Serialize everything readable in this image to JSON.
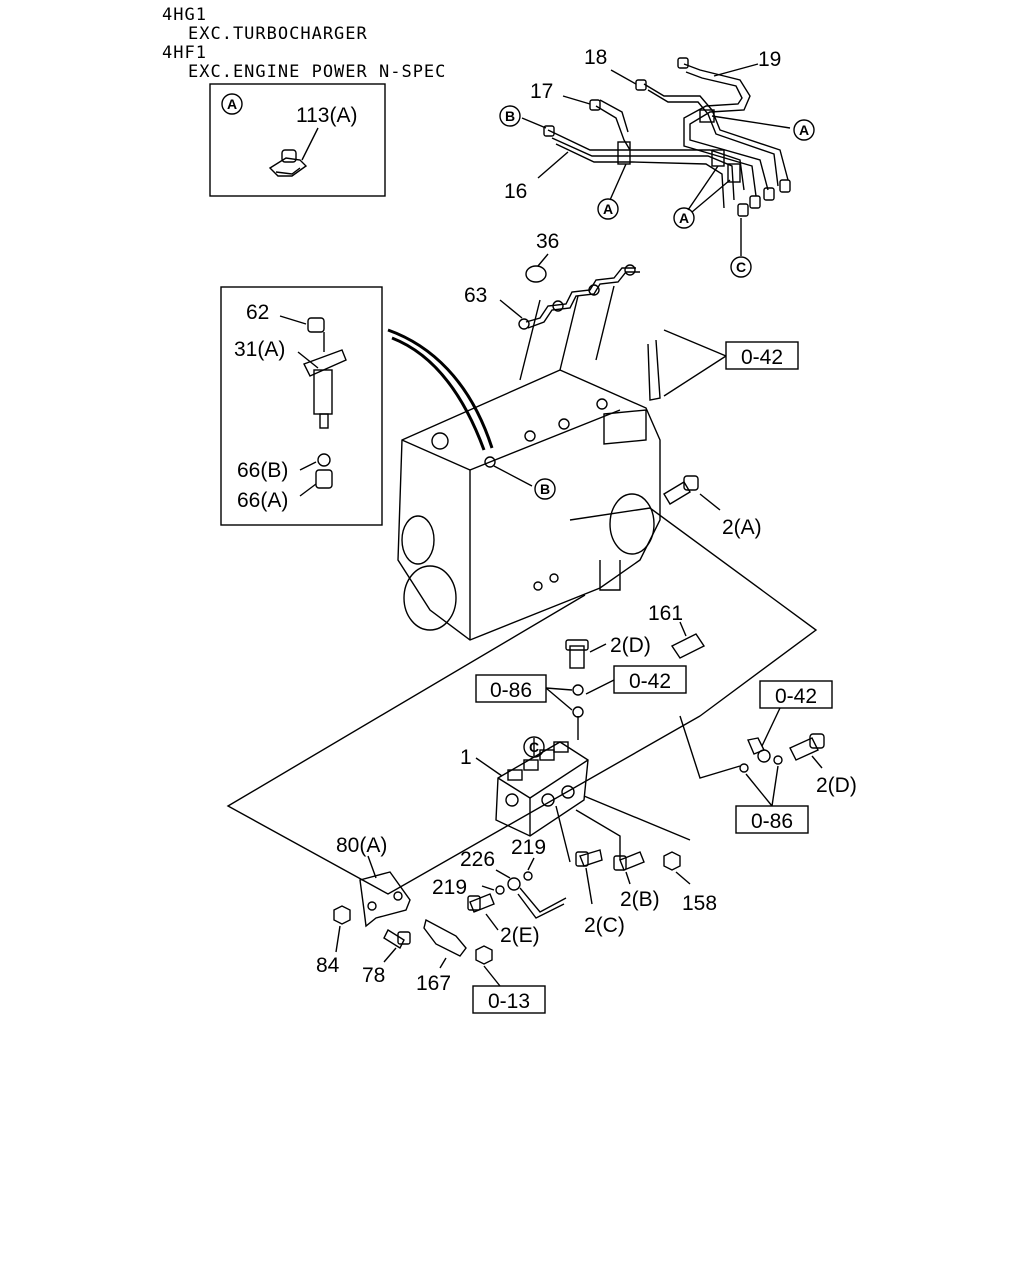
{
  "header": {
    "line1": "4HG1",
    "line2": "EXC.TURBOCHARGER",
    "line3": "4HF1",
    "line4": "EXC.ENGINE POWER N-SPEC"
  },
  "inset_a": {
    "marker": "A",
    "part": "113(A)"
  },
  "inset_nozzle": {
    "p62": "62",
    "p31a": "31(A)",
    "p66b": "66(B)",
    "p66a": "66(A)"
  },
  "callouts": {
    "p18": "18",
    "p19": "19",
    "p17": "17",
    "p16": "16",
    "p36": "36",
    "p63": "63",
    "p2a": "2(A)",
    "p161": "161",
    "p2d_top": "2(D)",
    "p1": "1",
    "p2d_right": "2(D)",
    "p226": "226",
    "p219_top": "219",
    "p80a": "80(A)",
    "p219_left": "219",
    "p2e": "2(E)",
    "p2c": "2(C)",
    "p2b": "2(B)",
    "p158": "158",
    "p84": "84",
    "p78": "78",
    "p167": "167"
  },
  "circle_markers": {
    "b_top": "B",
    "a_right": "A",
    "a_bottom": "A",
    "a_mid": "A",
    "c_top": "C",
    "b_engine": "B",
    "c_pump": "C"
  },
  "ref_boxes": {
    "r042_engine": "0-42",
    "r086_left": "0-86",
    "r042_mid": "0-42",
    "r042_right": "0-42",
    "r086_right": "0-86",
    "r013": "0-13"
  }
}
